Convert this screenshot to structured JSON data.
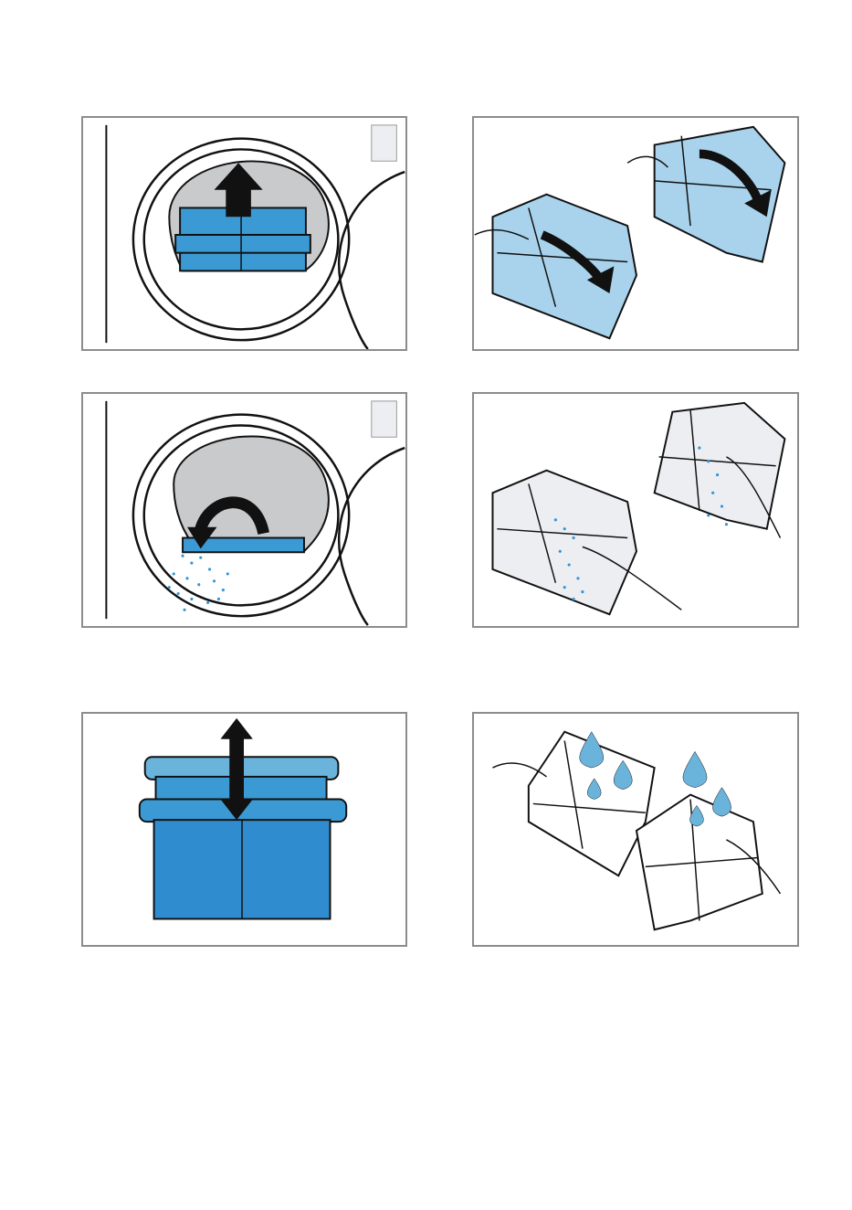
{
  "figures": [
    {
      "id": "step-1",
      "icon": "remove-filter-from-door-icon"
    },
    {
      "id": "step-2",
      "icon": "open-filter-icon"
    },
    {
      "id": "step-3",
      "icon": "remove-lint-from-door-icon"
    },
    {
      "id": "step-4",
      "icon": "remove-lint-from-filter-icon"
    },
    {
      "id": "step-5",
      "icon": "separate-filter-parts-icon"
    },
    {
      "id": "step-6",
      "icon": "rinse-filter-icon"
    }
  ],
  "colors": {
    "filter_blue": "#3b9ad4",
    "filter_light": "#a9d3ec",
    "drum_grey": "#c9cacc",
    "frame_grey": "#8c8c8c",
    "lint_blue": "#2f95d8",
    "water_blue": "#6ab4dc"
  }
}
